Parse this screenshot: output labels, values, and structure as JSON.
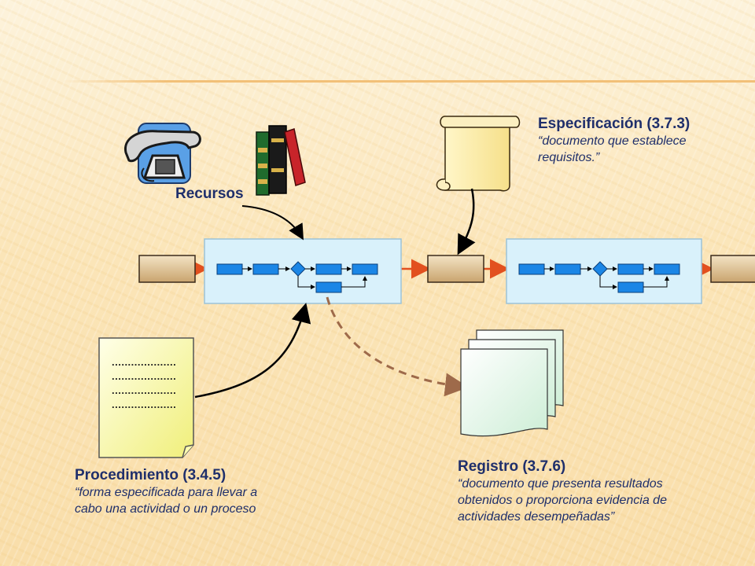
{
  "recursos": {
    "label": "Recursos"
  },
  "especificacion": {
    "title": "Especificación (3.7.3)",
    "description": "“documento que establece\nrequisitos.”"
  },
  "procedimiento": {
    "title": "Procedimiento (3.4.5)",
    "description": "“forma especificada para llevar a\ncabo una actividad o un proceso"
  },
  "registro": {
    "title": "Registro (3.7.6)",
    "description": "“documento que presenta resultados\nobtenidos o proporciona evidencia de\nactividades desempeñadas”"
  },
  "procedure_dots": [
    "....................",
    "....................",
    "....................",
    "...................."
  ],
  "colors": {
    "process_box": "#d9f1fb",
    "process_border": "#9cc3d8",
    "step": "#1b86e6",
    "flow_arrow": "#e2501f",
    "io_box": "#e0c59b",
    "title_text": "#1f2f6b",
    "dashed_arrow": "#9e6a4a"
  }
}
